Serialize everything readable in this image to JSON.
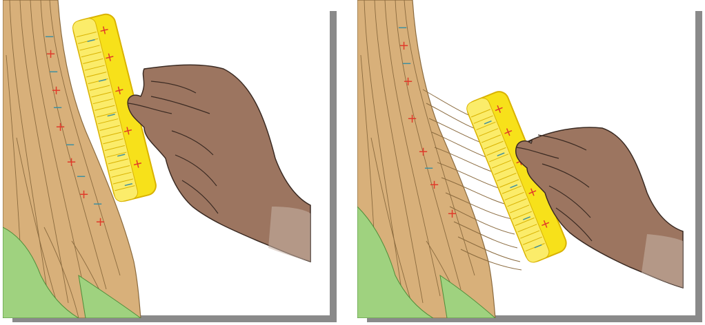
{
  "colors": {
    "hair": "#d8b07a",
    "hair_stroke": "#8a6a3e",
    "green": "#9fd27f",
    "comb": "#f7e11a",
    "comb_stroke": "#d9b200",
    "hand": "#9c7560",
    "hand_stroke": "#3a2a22",
    "plus": "#e03a2a",
    "minus": "#3d8fa0",
    "frame_shadow": "#8a8a8a"
  },
  "panels": [
    {
      "state": "before",
      "comb_position": "near hair",
      "hair_strands_attracted": false
    },
    {
      "state": "after",
      "comb_position": "near hair",
      "hair_strands_attracted": true
    }
  ],
  "charge_symbols": {
    "positive": "+",
    "negative": "−"
  }
}
